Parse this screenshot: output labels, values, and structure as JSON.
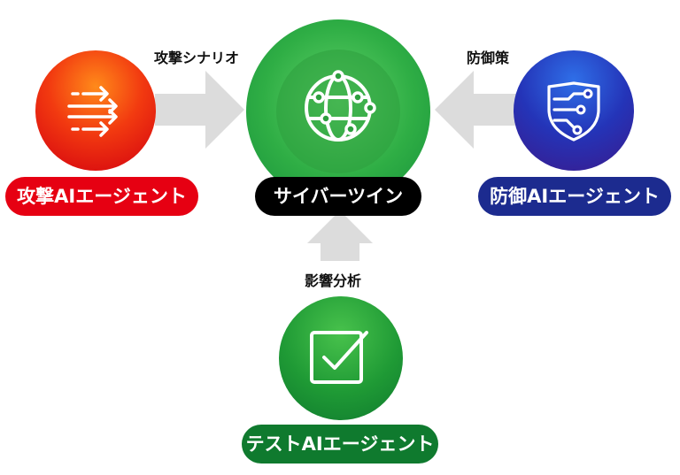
{
  "colors": {
    "attack": "#e60012",
    "defense": "#1c2b8f",
    "twin": "#1a9a3a",
    "test": "#0f7a2e",
    "arrow": "#dcdcdc",
    "twin_label_bg": "#000000"
  },
  "nodes": {
    "attack_agent": {
      "label": "攻撃AIエージェント",
      "icon": "arrows-right-icon"
    },
    "defense_agent": {
      "label": "防御AIエージェント",
      "icon": "shield-circuit-icon"
    },
    "cyber_twin": {
      "label": "サイバーツイン",
      "icon": "globe-network-icon"
    },
    "test_agent": {
      "label": "テストAIエージェント",
      "icon": "checkbox-icon"
    }
  },
  "edges": {
    "attack_to_twin": "攻撃シナリオ",
    "defense_to_twin": "防御策",
    "test_to_twin": "影響分析"
  }
}
